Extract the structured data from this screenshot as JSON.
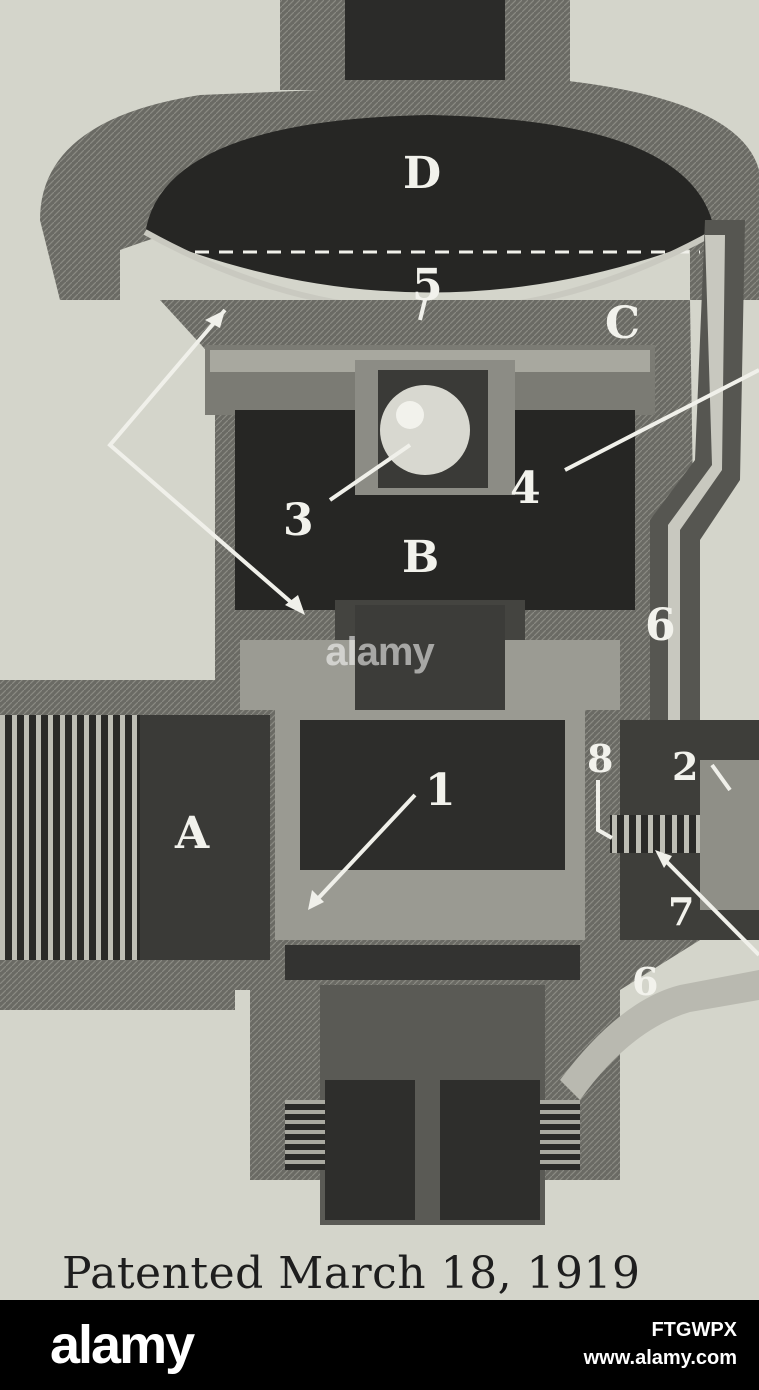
{
  "labels": {
    "A": "A",
    "B": "B",
    "C": "C",
    "D": "D",
    "n1": "1",
    "n2": "2",
    "n3": "3",
    "n4": "4",
    "n5": "5",
    "n6a": "6",
    "n6b": "6",
    "n7": "7",
    "n8": "8"
  },
  "caption": "Patented March 18, 1919",
  "watermark": {
    "center": "alamy",
    "brand": "alamy",
    "image_id": "FTGWPX",
    "site": "www.alamy.com"
  }
}
